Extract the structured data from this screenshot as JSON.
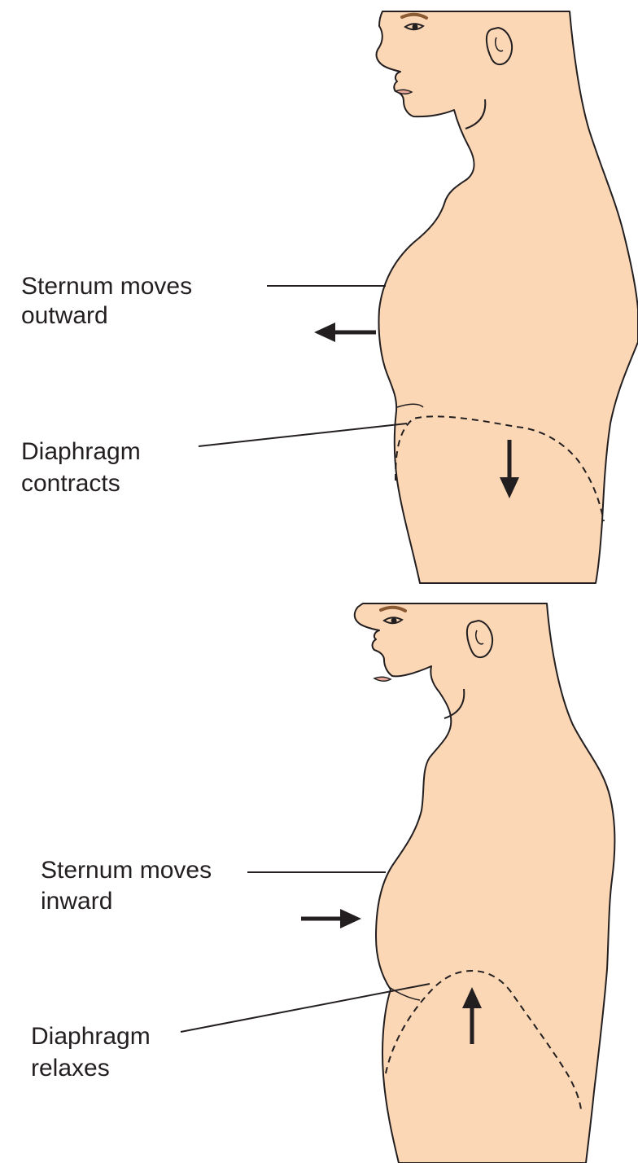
{
  "colors": {
    "skin": "#fbd7b6",
    "outline": "#231f20",
    "hair": "#8a5a33",
    "lips": "#e8a99a",
    "background": "#ffffff"
  },
  "panels": [
    {
      "id": "inhalation",
      "sternum_label": [
        "Sternum moves",
        "outward"
      ],
      "diaphragm_label": [
        "Diaphragm",
        "contracts"
      ],
      "sternum_arrow": "left",
      "diaphragm_arrow": "down"
    },
    {
      "id": "exhalation",
      "sternum_label": [
        "Sternum moves",
        "inward"
      ],
      "diaphragm_label": [
        "Diaphragm",
        "relaxes"
      ],
      "sternum_arrow": "right",
      "diaphragm_arrow": "up"
    }
  ]
}
